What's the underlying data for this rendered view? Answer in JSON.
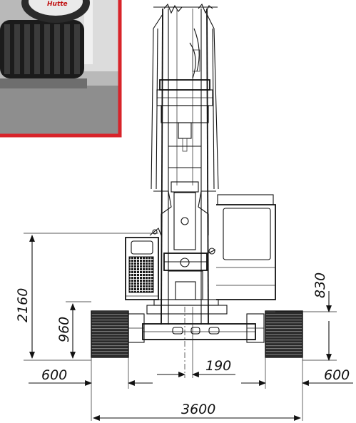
{
  "drawing": {
    "dimensions": {
      "height_total": "2160",
      "height_ground_clearance": "960",
      "height_right": "830",
      "track_width_left": "600",
      "track_width_right": "600",
      "offset_center": "190",
      "overall_width": "3600"
    },
    "inset_photo": {
      "label": "Hutte",
      "border_color": "#d8232a"
    },
    "colors": {
      "line": "#111111",
      "track_fill": "#1c1c1c",
      "photo_frame": "#d8232a"
    }
  }
}
